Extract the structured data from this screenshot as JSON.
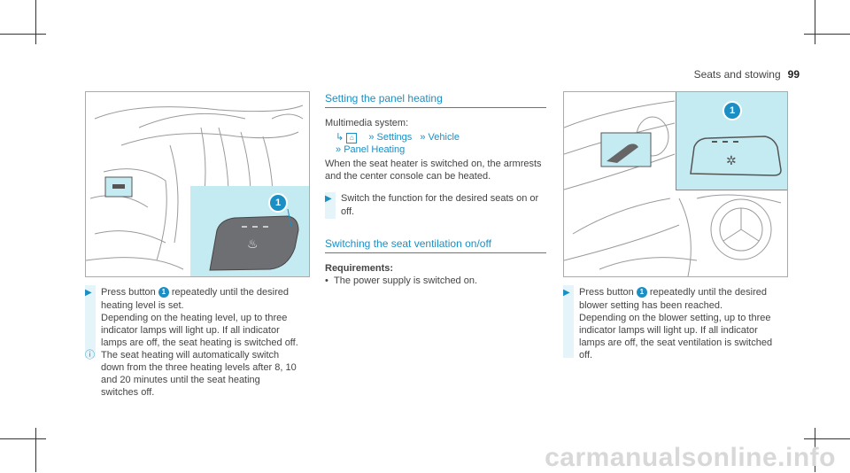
{
  "header": {
    "section": "Seats and stowing",
    "page": "99"
  },
  "left": {
    "callout": "1",
    "step": {
      "prefix": "Press button",
      "after": "repeatedly until the desired",
      "lines": [
        "heating level is set.",
        "Depending on the heating level, up to three",
        "indicator lamps will light up. If all indicator",
        "lamps are off, the seat heating is switched off."
      ]
    },
    "note": {
      "icon": "ⓘ",
      "lines": [
        "The seat heating will automatically switch",
        "down from the three heating levels after 8, 10",
        "and 20 minutes until the seat heating",
        "switches off."
      ]
    }
  },
  "middle": {
    "panel_heading": "Setting the panel heating",
    "multimedia": "Multimedia system:",
    "path1": [
      "Settings",
      "Vehicle"
    ],
    "path2": "Panel Heating",
    "desc": [
      "When the seat heater is switched on, the armrests",
      "and the center console can be heated."
    ],
    "step": [
      "Switch the function for the desired seats on or",
      "off."
    ],
    "vent_heading": "Switching the seat ventilation on/off",
    "req_label": "Requirements:",
    "req_item": "The power supply is switched on."
  },
  "right": {
    "callout": "1",
    "step": {
      "prefix": "Press button",
      "after": "repeatedly until the desired",
      "lines": [
        "blower setting has been reached.",
        "Depending on the blower setting, up to three",
        "indicator lamps will light up. If all indicator",
        "lamps are off, the seat ventilation is switched",
        "off."
      ]
    }
  },
  "watermark": "carmanualsonline.info"
}
